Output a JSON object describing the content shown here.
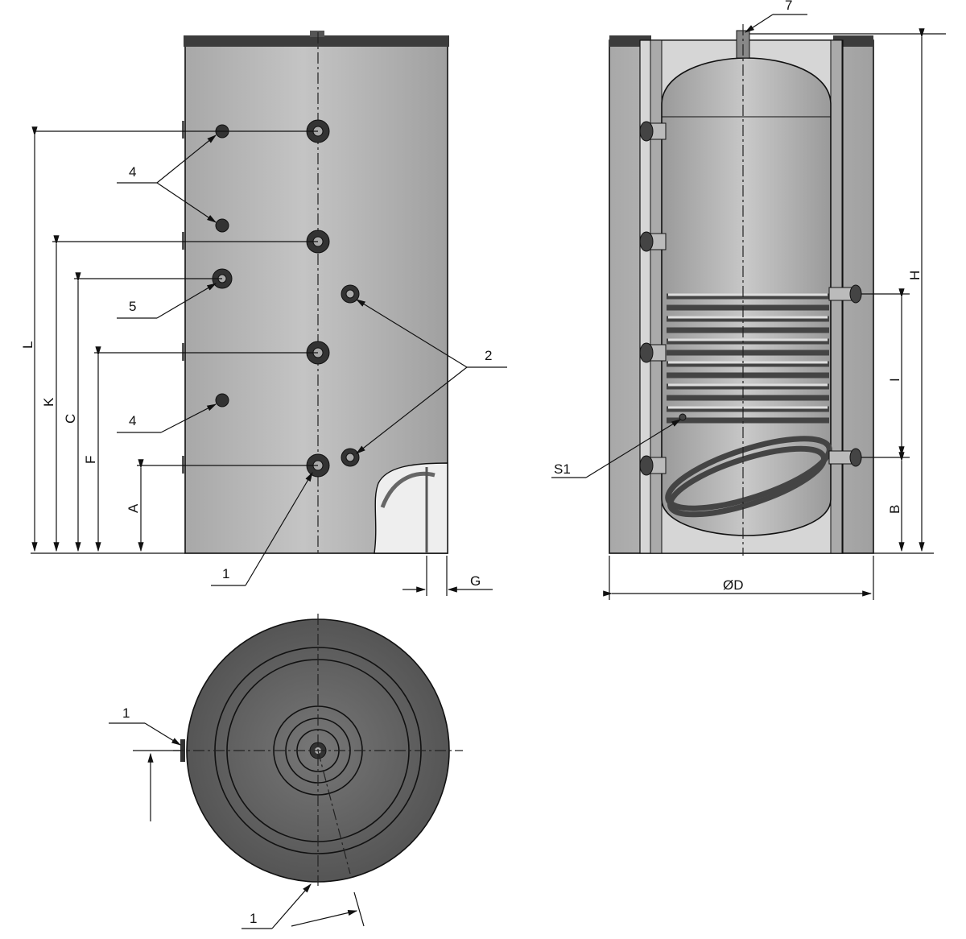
{
  "front_view": {
    "labels": {
      "port_4_upper": "4",
      "port_5": "5",
      "port_4_lower": "4",
      "port_2": "2",
      "port_1": "1",
      "dim_L": "L",
      "dim_K": "K",
      "dim_C": "C",
      "dim_F": "F",
      "dim_A": "A",
      "dim_G": "G"
    }
  },
  "section_view": {
    "labels": {
      "port_7": "7",
      "dim_H": "H",
      "dim_I": "I",
      "dim_B": "B",
      "sensor_S1": "S1",
      "dim_D": "ØD"
    }
  },
  "top_view": {
    "labels": {
      "port_1_side": "1",
      "port_1_bottom": "1"
    }
  },
  "colors": {
    "shell": "#b9b9b9",
    "cap": "#3c3c3c",
    "top_disc": "#5f5f5f",
    "line": "#111111"
  }
}
